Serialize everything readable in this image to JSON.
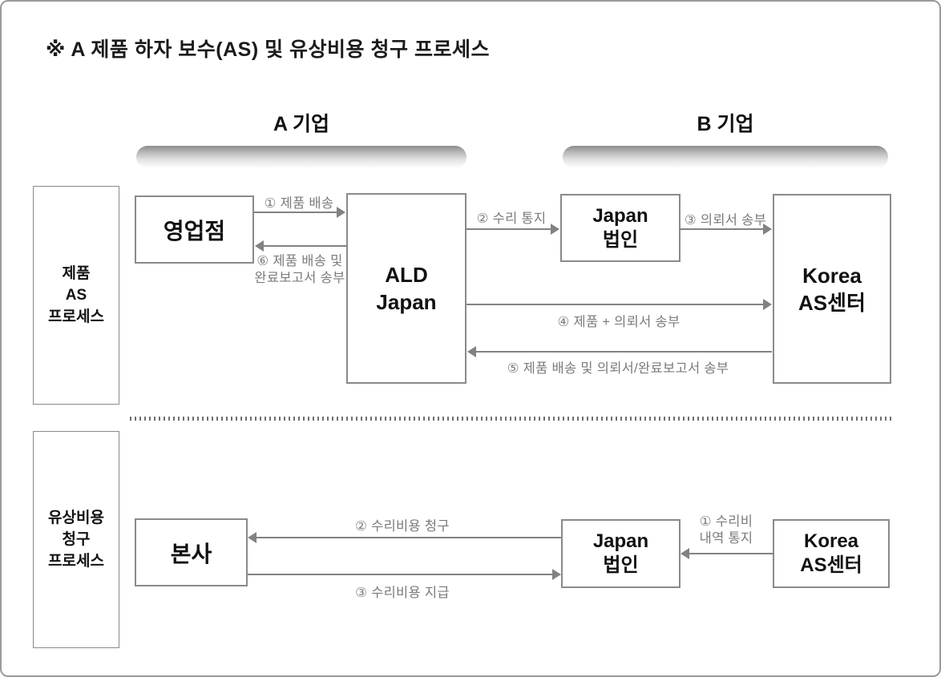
{
  "title": "※ A 제품 하자 보수(AS) 및 유상비용 청구 프로세스",
  "colors": {
    "box_border": "#8a8a8a",
    "arrow": "#828282",
    "arrow_label": "#7b7b7b",
    "capsule_top": "#8d8d8d",
    "text": "#111111"
  },
  "groups": {
    "a": {
      "label": "A 기업"
    },
    "b": {
      "label": "B 기업"
    }
  },
  "lanes": {
    "product_as": {
      "line1": "제품",
      "line2": "AS",
      "line3": "프로세스"
    },
    "paid_cost": {
      "line1": "유상비용",
      "line2": "청구",
      "line3": "프로세스"
    }
  },
  "boxes": {
    "sales_office": {
      "label": "영업점"
    },
    "ald_japan": {
      "line1": "ALD",
      "line2": "Japan"
    },
    "japan_corp_top": {
      "line1": "Japan",
      "line2": "법인"
    },
    "korea_as_top": {
      "line1": "Korea",
      "line2": "AS센터"
    },
    "head_office": {
      "label": "본사"
    },
    "japan_corp_bottom": {
      "line1": "Japan",
      "line2": "법인"
    },
    "korea_as_bottom": {
      "line1": "Korea",
      "line2": "AS센터"
    }
  },
  "arrows": {
    "product_delivery": {
      "label": "① 제품 배송"
    },
    "repair_notice": {
      "label": "② 수리 통지"
    },
    "request_form": {
      "label": "③ 의뢰서 송부"
    },
    "product_plus_request": {
      "label": "④ 제품 + 의뢰서 송부"
    },
    "return_delivery": {
      "label": "⑤ 제품 배송 및 의뢰서/완료보고서 송부"
    },
    "final_delivery": {
      "line1": "⑥ 제품 배송 및",
      "line2": "완료보고서 송부"
    },
    "repair_cost_detail": {
      "line1": "① 수리비",
      "line2": "내역 통지"
    },
    "repair_cost_claim": {
      "label": "② 수리비용 청구"
    },
    "repair_cost_payment": {
      "label": "③ 수리비용 지급"
    }
  }
}
